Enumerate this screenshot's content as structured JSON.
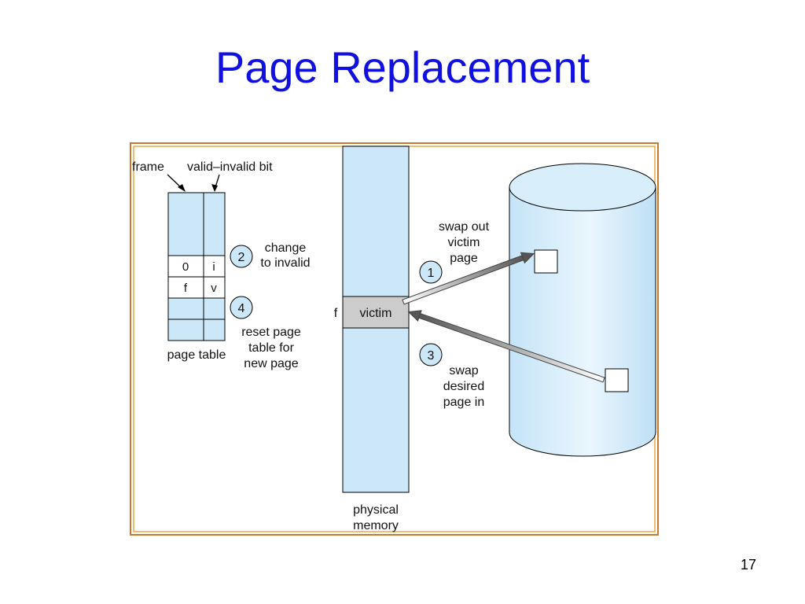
{
  "slide": {
    "title": "Page Replacement",
    "page_number": "17"
  },
  "diagram": {
    "labels": {
      "frame": "frame",
      "valid_invalid_bit": "valid–invalid bit",
      "page_table": "page table",
      "physical_memory_line1": "physical",
      "physical_memory_line2": "memory",
      "frame_f": "f",
      "victim": "victim"
    },
    "page_table_rows": [
      {
        "frame": "",
        "bit": ""
      },
      {
        "frame": "",
        "bit": ""
      },
      {
        "frame": "",
        "bit": ""
      },
      {
        "frame": "0",
        "bit": "i"
      },
      {
        "frame": "f",
        "bit": "v"
      },
      {
        "frame": "",
        "bit": ""
      },
      {
        "frame": "",
        "bit": ""
      }
    ],
    "steps": [
      {
        "number": "1",
        "lines": [
          "swap out",
          "victim",
          "page"
        ]
      },
      {
        "number": "2",
        "lines": [
          "change",
          "to invalid"
        ]
      },
      {
        "number": "3",
        "lines": [
          "swap",
          "desired",
          "page in"
        ]
      },
      {
        "number": "4",
        "lines": [
          "reset page",
          "table for",
          "new page"
        ]
      }
    ],
    "colors": {
      "light_blue": "#cce8f8",
      "victim_gray": "#cccccc",
      "frame_border": "#c87a28",
      "title_blue": "#1010e0"
    }
  }
}
